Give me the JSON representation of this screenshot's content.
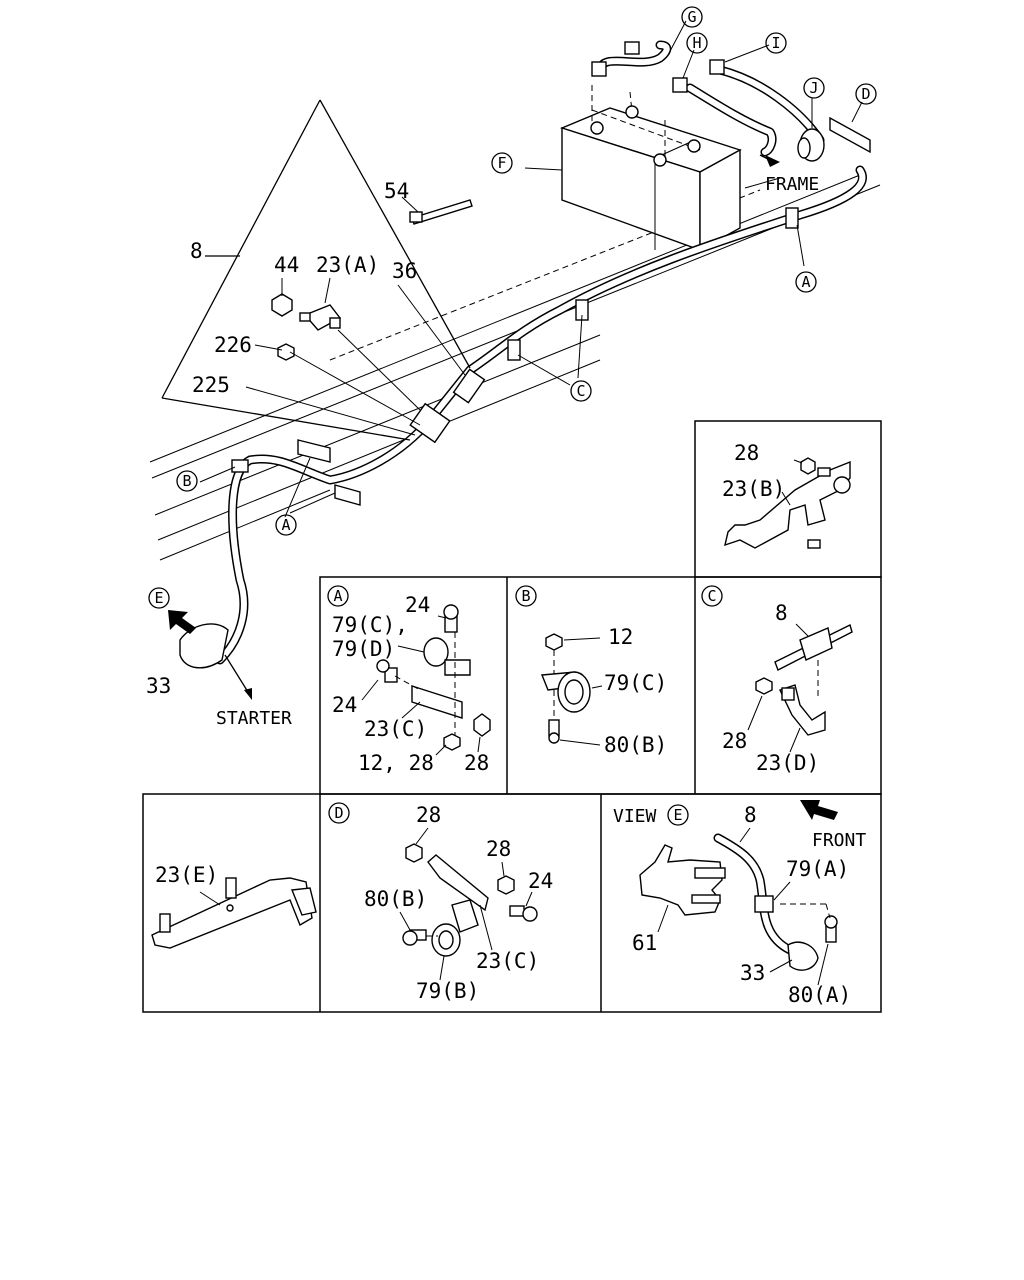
{
  "main": {
    "labels": {
      "l8": "8",
      "l54": "54",
      "l44": "44",
      "l23a": "23(A)",
      "l36": "36",
      "l226": "226",
      "l225": "225",
      "l33": "33",
      "frame": "FRAME",
      "starter": "STARTER"
    },
    "callouts": {
      "G": "G",
      "H": "H",
      "I": "I",
      "J": "J",
      "D": "D",
      "F": "F",
      "A1": "A",
      "A2": "A",
      "B": "B",
      "C": "C",
      "E": "E"
    }
  },
  "panel_b_top": {
    "l28": "28",
    "l23b": "23(B)"
  },
  "panel_a": {
    "letter": "A",
    "l24a": "24",
    "l79c": "79(C),",
    "l79d": "79(D)",
    "l24b": "24",
    "l23c": "23(C)",
    "l1228": "12, 28",
    "l28": "28"
  },
  "panel_b": {
    "letter": "B",
    "l12": "12",
    "l79c": "79(C)",
    "l80b": "80(B)"
  },
  "panel_c": {
    "letter": "C",
    "l8": "8",
    "l28": "28",
    "l23d": "23(D)"
  },
  "panel_e_bracket": {
    "l23e": "23(E)"
  },
  "panel_d": {
    "letter": "D",
    "l28a": "28",
    "l28b": "28",
    "l24": "24",
    "l80b": "80(B)",
    "l23c": "23(C)",
    "l79b": "79(B)"
  },
  "panel_view": {
    "view": "VIEW",
    "letter": "E",
    "l8": "8",
    "front": "FRONT",
    "l79a": "79(A)",
    "l61": "61",
    "l33": "33",
    "l80a": "80(A)"
  }
}
